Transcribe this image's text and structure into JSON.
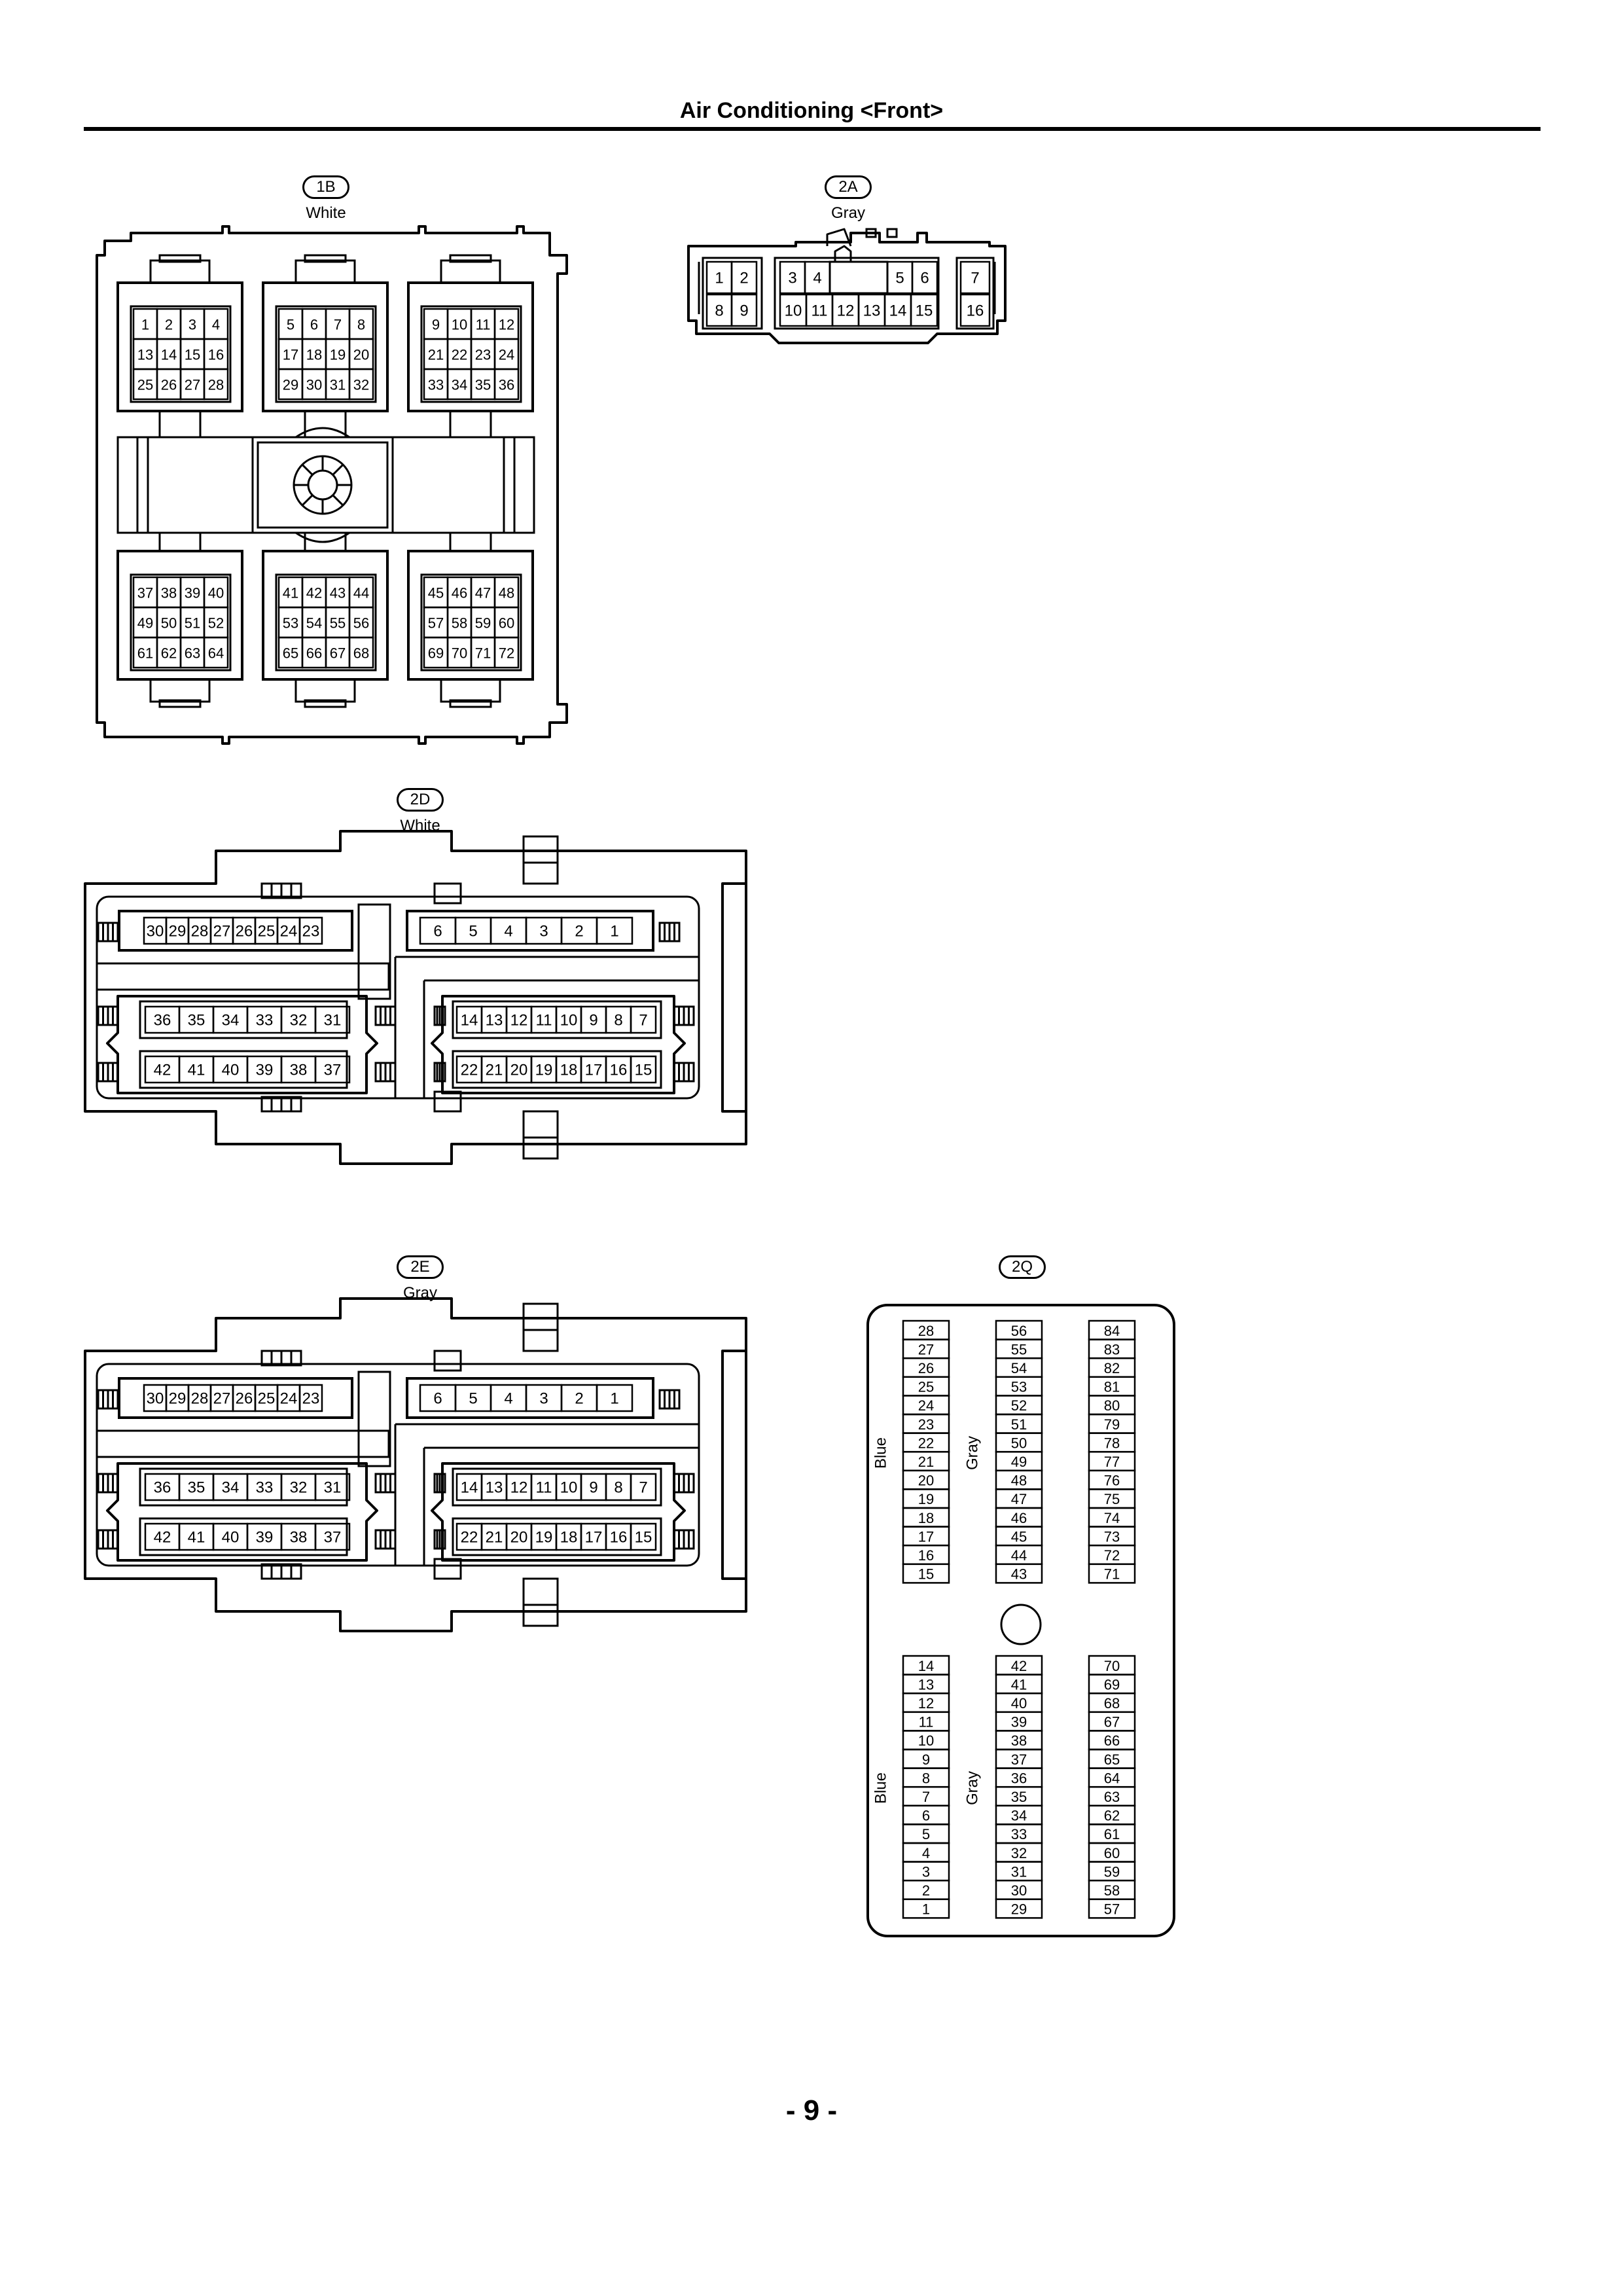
{
  "header": {
    "title": "Air Conditioning <Front>"
  },
  "footer": {
    "page_number": "- 9 -"
  },
  "connectors": {
    "c1B": {
      "code": "1B",
      "color": "White",
      "blocks": [
        [
          "1",
          "2",
          "3",
          "4",
          "13",
          "14",
          "15",
          "16",
          "25",
          "26",
          "27",
          "28"
        ],
        [
          "5",
          "6",
          "7",
          "8",
          "17",
          "18",
          "19",
          "20",
          "29",
          "30",
          "31",
          "32"
        ],
        [
          "9",
          "10",
          "11",
          "12",
          "21",
          "22",
          "23",
          "24",
          "33",
          "34",
          "35",
          "36"
        ],
        [
          "37",
          "38",
          "39",
          "40",
          "49",
          "50",
          "51",
          "52",
          "61",
          "62",
          "63",
          "64"
        ],
        [
          "41",
          "42",
          "43",
          "44",
          "53",
          "54",
          "55",
          "56",
          "65",
          "66",
          "67",
          "68"
        ],
        [
          "45",
          "46",
          "47",
          "48",
          "57",
          "58",
          "59",
          "60",
          "69",
          "70",
          "71",
          "72"
        ]
      ]
    },
    "c2A": {
      "code": "2A",
      "color": "Gray",
      "top": [
        "1",
        "2",
        "3",
        "4",
        "5",
        "6",
        "7"
      ],
      "bottom": [
        "8",
        "9",
        "10",
        "11",
        "12",
        "13",
        "14",
        "15",
        "16"
      ]
    },
    "c2D": {
      "code": "2D",
      "color": "White",
      "row_a": [
        "30",
        "29",
        "28",
        "27",
        "26",
        "25",
        "24",
        "23"
      ],
      "row_b": [
        "6",
        "5",
        "4",
        "3",
        "2",
        "1"
      ],
      "row_c": [
        "36",
        "35",
        "34",
        "33",
        "32",
        "31"
      ],
      "row_d": [
        "14",
        "13",
        "12",
        "11",
        "10",
        "9",
        "8",
        "7"
      ],
      "row_e": [
        "42",
        "41",
        "40",
        "39",
        "38",
        "37"
      ],
      "row_f": [
        "22",
        "21",
        "20",
        "19",
        "18",
        "17",
        "16",
        "15"
      ]
    },
    "c2E": {
      "code": "2E",
      "color": "Gray",
      "row_a": [
        "30",
        "29",
        "28",
        "27",
        "26",
        "25",
        "24",
        "23"
      ],
      "row_b": [
        "6",
        "5",
        "4",
        "3",
        "2",
        "1"
      ],
      "row_c": [
        "36",
        "35",
        "34",
        "33",
        "32",
        "31"
      ],
      "row_d": [
        "14",
        "13",
        "12",
        "11",
        "10",
        "9",
        "8",
        "7"
      ],
      "row_e": [
        "42",
        "41",
        "40",
        "39",
        "38",
        "37"
      ],
      "row_f": [
        "22",
        "21",
        "20",
        "19",
        "18",
        "17",
        "16",
        "15"
      ]
    },
    "c2Q": {
      "code": "2Q",
      "side_labels": [
        "Blue",
        "Gray",
        "Blue",
        "Gray"
      ],
      "col_upper_1": [
        "28",
        "27",
        "26",
        "25",
        "24",
        "23",
        "22",
        "21",
        "20",
        "19",
        "18",
        "17",
        "16",
        "15"
      ],
      "col_upper_2": [
        "56",
        "55",
        "54",
        "53",
        "52",
        "51",
        "50",
        "49",
        "48",
        "47",
        "46",
        "45",
        "44",
        "43"
      ],
      "col_upper_3": [
        "84",
        "83",
        "82",
        "81",
        "80",
        "79",
        "78",
        "77",
        "76",
        "75",
        "74",
        "73",
        "72",
        "71"
      ],
      "col_lower_1": [
        "14",
        "13",
        "12",
        "11",
        "10",
        "9",
        "8",
        "7",
        "6",
        "5",
        "4",
        "3",
        "2",
        "1"
      ],
      "col_lower_2": [
        "42",
        "41",
        "40",
        "39",
        "38",
        "37",
        "36",
        "35",
        "34",
        "33",
        "32",
        "31",
        "30",
        "29"
      ],
      "col_lower_3": [
        "70",
        "69",
        "68",
        "67",
        "66",
        "65",
        "64",
        "63",
        "62",
        "61",
        "60",
        "59",
        "58",
        "57"
      ]
    }
  }
}
